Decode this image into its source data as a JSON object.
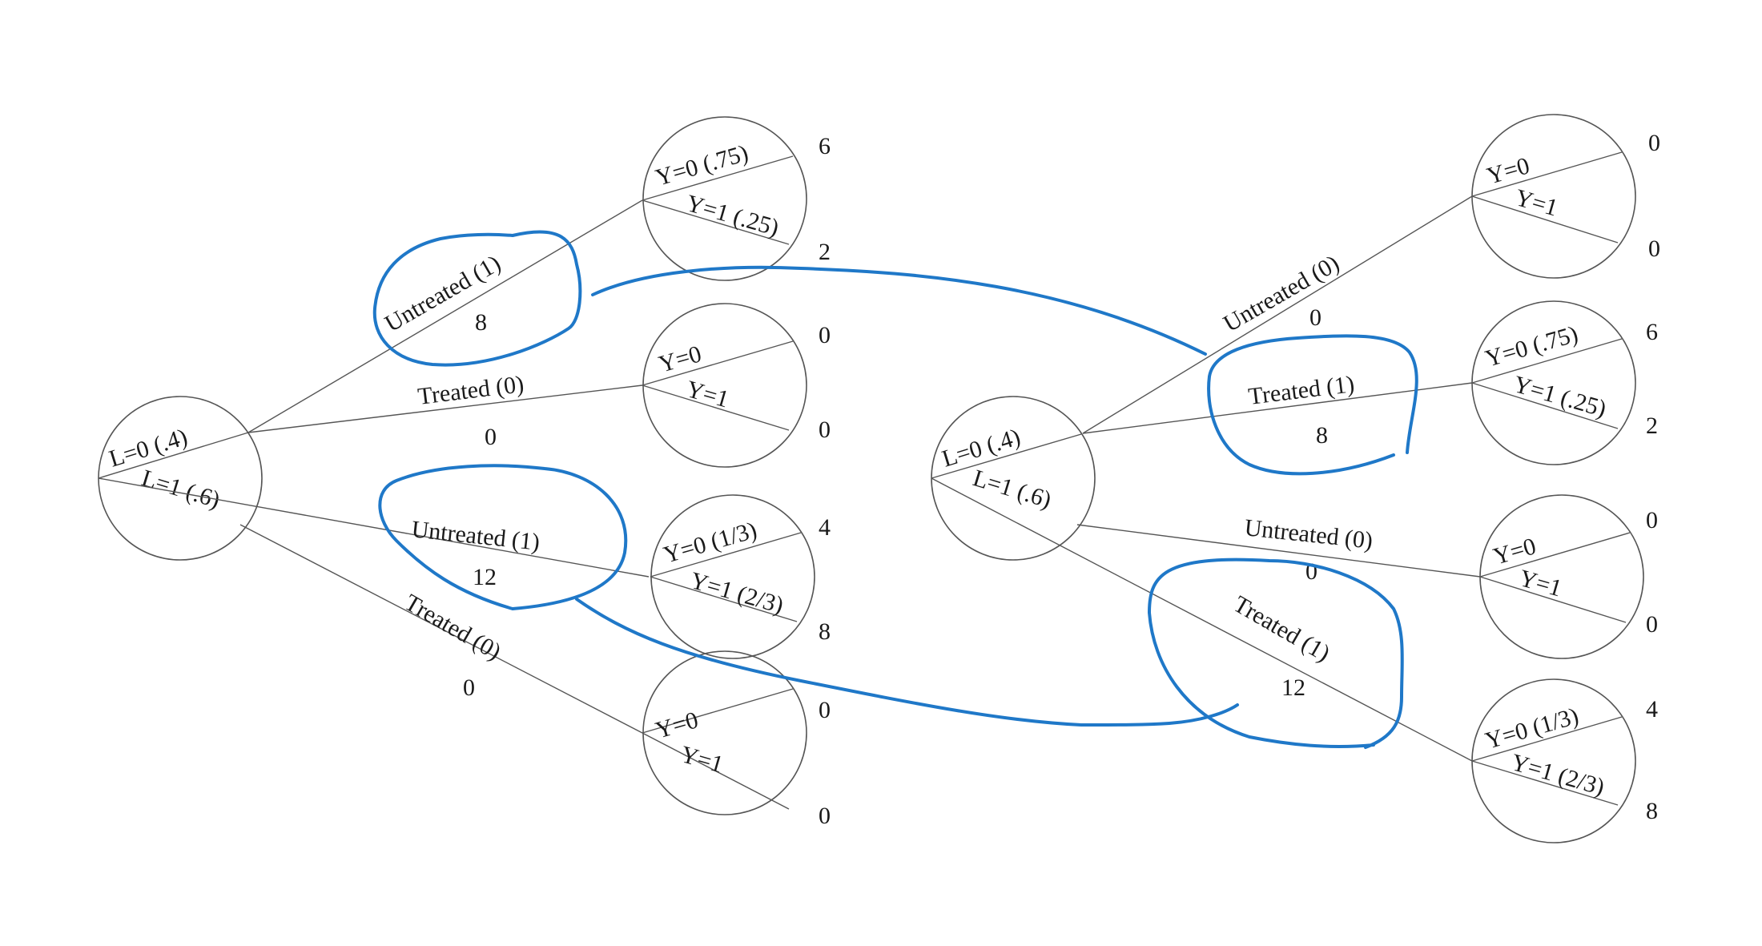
{
  "left_tree": {
    "root": {
      "top": "L=0 (.4)",
      "bottom": "L=1 (.6)"
    },
    "branches": [
      {
        "label": "Untreated (1)",
        "value": "8",
        "leaf": {
          "top": "Y=0 (.75)",
          "bottom": "Y=1 (.25)",
          "out_top": "6",
          "out_bottom": "2"
        }
      },
      {
        "label": "Treated (0)",
        "value": "0",
        "leaf": {
          "top": "Y=0",
          "bottom": "Y=1",
          "out_top": "0",
          "out_bottom": "0"
        }
      },
      {
        "label": "Untreated (1)",
        "value": "12",
        "leaf": {
          "top": "Y=0 (1/3)",
          "bottom": "Y=1 (2/3)",
          "out_top": "4",
          "out_bottom": "8"
        }
      },
      {
        "label": "Treated (0)",
        "value": "0",
        "leaf": {
          "top": "Y=0",
          "bottom": "Y=1",
          "out_top": "0",
          "out_bottom": "0"
        }
      }
    ]
  },
  "right_tree": {
    "root": {
      "top": "L=0 (.4)",
      "bottom": "L=1 (.6)"
    },
    "branches": [
      {
        "label": "Untreated (0)",
        "value": "0",
        "leaf": {
          "top": "Y=0",
          "bottom": "Y=1",
          "out_top": "0",
          "out_bottom": "0"
        }
      },
      {
        "label": "Treated (1)",
        "value": "8",
        "leaf": {
          "top": "Y=0 (.75)",
          "bottom": "Y=1 (.25)",
          "out_top": "6",
          "out_bottom": "2"
        }
      },
      {
        "label": "Untreated (0)",
        "value": "0",
        "leaf": {
          "top": "Y=0",
          "bottom": "Y=1",
          "out_top": "0",
          "out_bottom": "0"
        }
      },
      {
        "label": "Treated (1)",
        "value": "12",
        "leaf": {
          "top": "Y=0 (1/3)",
          "bottom": "Y=1 (2/3)",
          "out_top": "4",
          "out_bottom": "8"
        }
      }
    ]
  },
  "colors": {
    "line": "#555555",
    "highlight": "#1f78c8",
    "text": "#1a1a1a"
  }
}
